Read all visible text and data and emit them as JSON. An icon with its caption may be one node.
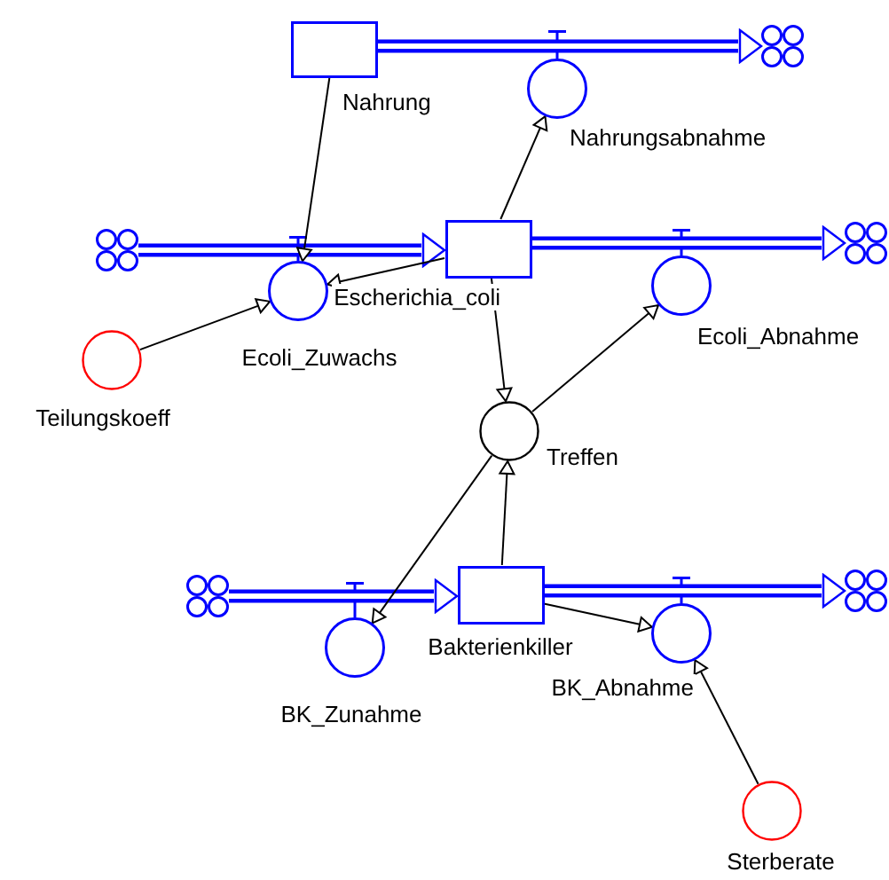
{
  "diagram": {
    "nodes": [
      {
        "text": [
          "Nahrung"
        ]
      },
      {
        "text": [],
        "shape": "cloud"
      },
      {
        "text": [
          "Nahrungsabnahme"
        ]
      },
      {
        "text": [],
        "shape": "cloud"
      },
      {
        "text": [
          "Escherichia_coli"
        ]
      },
      {
        "text": [],
        "shape": "cloud"
      },
      {
        "text": [
          "Ecoli_Zuwachs"
        ]
      },
      {
        "text": [
          "Ecoli_Abnahme"
        ]
      },
      {
        "text": [
          "Teilungskoeff"
        ]
      },
      {
        "text": [
          "Treffen"
        ]
      },
      {
        "text": [],
        "shape": "cloud"
      },
      {
        "text": [
          "Bakterienkiller"
        ]
      },
      {
        "text": [],
        "shape": "cloud"
      },
      {
        "text": [
          "BK_Zunahme"
        ]
      },
      {
        "text": [
          "BK_Abnahme"
        ]
      },
      {
        "text": [
          "Sterberate"
        ]
      }
    ],
    "edges": [
      {
        "from": 0,
        "to": 1,
        "arrow": "to",
        "style": "thick",
        "color": "#0000ff"
      },
      {
        "from": 3,
        "to": 4,
        "arrow": "to",
        "style": "thick",
        "color": "#0000ff"
      },
      {
        "from": 4,
        "to": 5,
        "arrow": "to",
        "style": "thick",
        "color": "#0000ff"
      },
      {
        "from": 10,
        "to": 11,
        "arrow": "to",
        "style": "thick",
        "color": "#0000ff"
      },
      {
        "from": 11,
        "to": 12,
        "arrow": "to",
        "style": "thick",
        "color": "#0000ff"
      },
      {
        "from": 0,
        "to": 6,
        "arrow": "to"
      },
      {
        "from": 4,
        "to": 2,
        "arrow": "to"
      },
      {
        "from": 4,
        "to": 6,
        "arrow": "to"
      },
      {
        "from": 8,
        "to": 6,
        "arrow": "to"
      },
      {
        "from": 4,
        "to": 9,
        "arrow": "to"
      },
      {
        "from": 9,
        "to": 7,
        "arrow": "to"
      },
      {
        "from": 11,
        "to": 9,
        "arrow": "to"
      },
      {
        "from": 9,
        "to": 13,
        "arrow": "to"
      },
      {
        "from": 11,
        "to": 14,
        "arrow": "to"
      },
      {
        "from": 15,
        "to": 14,
        "arrow": "to"
      }
    ]
  }
}
